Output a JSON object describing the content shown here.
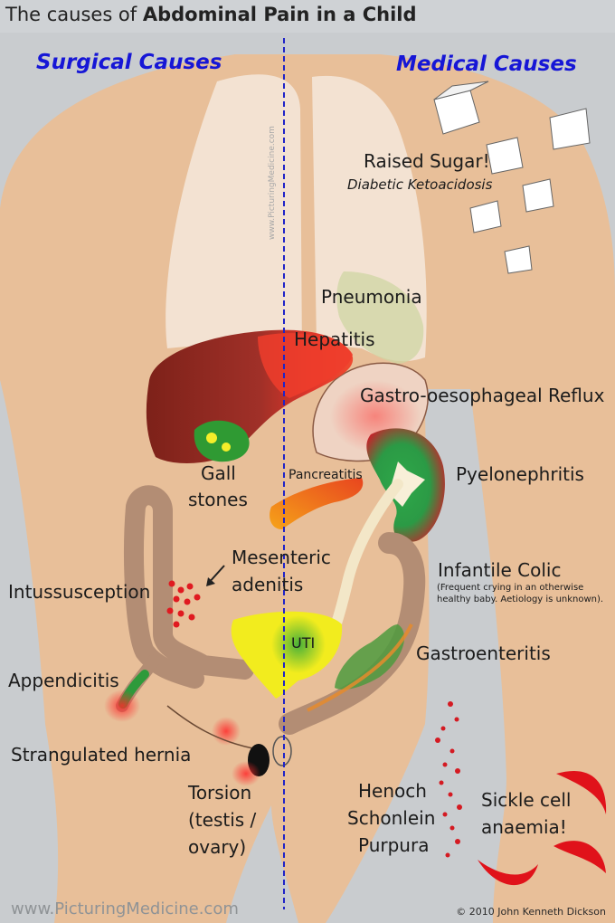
{
  "title": {
    "prefix": "The causes of ",
    "bold": "Abdominal Pain in a Child"
  },
  "headings": {
    "surgical": "Surgical Causes",
    "medical": "Medical Causes"
  },
  "labels": {
    "raised_sugar": "Raised Sugar!",
    "dka": "Diabetic Ketoacidosis",
    "pneumonia": "Pneumonia",
    "hepatitis": "Hepatitis",
    "gord": "Gastro-oesophageal Reflux",
    "gall1": "Gall",
    "gall2": "stones",
    "pancreatitis": "Pancreatitis",
    "pyelo": "Pyelonephritis",
    "mesenteric1": "Mesenteric",
    "mesenteric2": "adenitis",
    "intuss": "Intussusception",
    "colic": "Infantile Colic",
    "colic_note1": "(Frequent crying in an otherwise",
    "colic_note2": "healthy baby. Aetiology is unknown).",
    "uti": "UTI",
    "gastro": "Gastroenteritis",
    "appendicitis": "Appendicitis",
    "hernia": "Strangulated hernia",
    "torsion1": "Torsion",
    "torsion2": "(testis /",
    "torsion3": "ovary)",
    "hsp1": "Henoch",
    "hsp2": "Schonlein",
    "hsp3": "Purpura",
    "sickle1": "Sickle cell",
    "sickle2": "anaemia!"
  },
  "watermark_side": "www.PicturingMedicine.com",
  "footer": {
    "left": "www.PicturingMedicine.com",
    "right": "© 2010 John Kenneth Dickson"
  },
  "colors": {
    "skin": "#e8bf99",
    "divider": "#1f23c8",
    "heading": "#1616d6",
    "liver": "#8e2a22",
    "blood": "#e0121a"
  }
}
